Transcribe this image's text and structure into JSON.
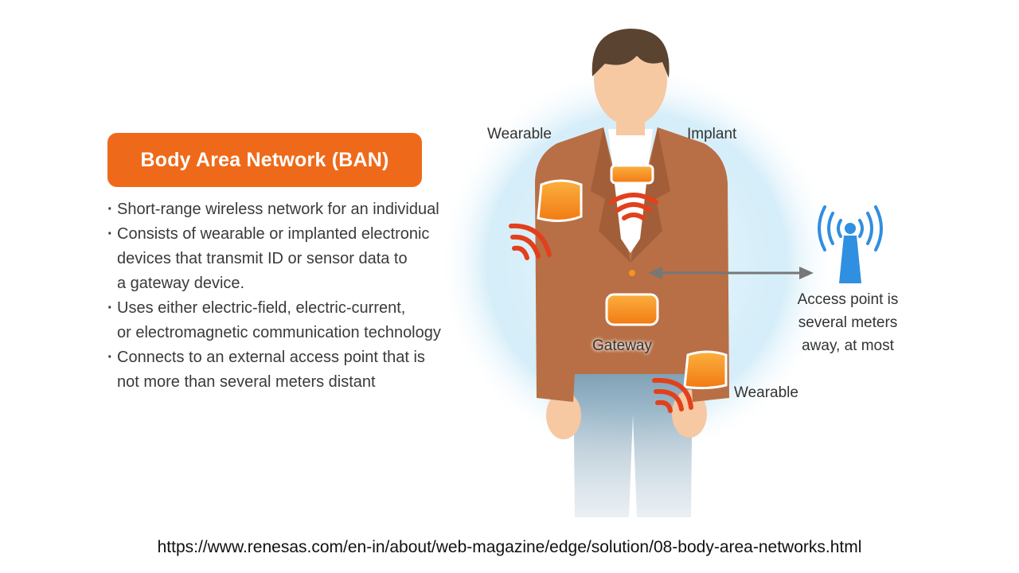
{
  "title": "Body Area Network (BAN)",
  "bullets": [
    "Short-range wireless network for an individual",
    "Consists of wearable or implanted electronic\ndevices that transmit ID or sensor data to\na gateway device.",
    "Uses either electric-field, electric-current,\nor electromagnetic communication technology",
    "Connects to an external access point that is\nnot more than several meters distant"
  ],
  "diagram": {
    "wearable_top": "Wearable",
    "implant": "Implant",
    "gateway": "Gateway",
    "wearable_bottom": "Wearable",
    "access_point": "Access point is\nseveral meters\naway, at most"
  },
  "source_url": "https://www.renesas.com/en-in/about/web-magazine/edge/solution/08-body-area-networks.html",
  "colors": {
    "title_bg": "#ee6a1a",
    "device_orange": "#f7941d",
    "signal_red": "#e2401c",
    "jacket_brown": "#b86f45",
    "antenna_blue": "#2f8fe0",
    "aura_blue": "#bfe4f5"
  }
}
